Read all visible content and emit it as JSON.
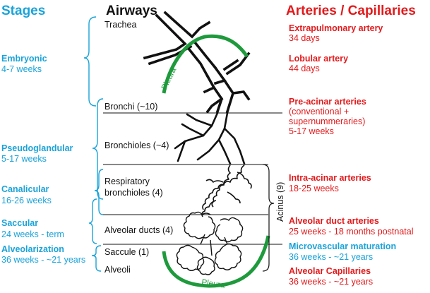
{
  "headers": {
    "stages": "Stages",
    "airways": "Airways",
    "arteries": "Arteries / Capillaries"
  },
  "stages": [
    {
      "name": "Embryonic",
      "time": "4-7 weeks"
    },
    {
      "name": "Pseudoglandular",
      "time": "5-17 weeks"
    },
    {
      "name": "Canalicular",
      "time": "16-26 weeks"
    },
    {
      "name": "Saccular",
      "time": "24 weeks - term"
    },
    {
      "name": "Alveolarization",
      "time": "36 weeks - ~21 years"
    }
  ],
  "airways": [
    {
      "label": "Trachea"
    },
    {
      "label": "Bronchi (~10)"
    },
    {
      "label": "Bronchioles (~4)"
    },
    {
      "label": "Respiratory",
      "label2": "bronchioles (4)"
    },
    {
      "label": "Alveolar ducts (4)"
    },
    {
      "label": "Saccule (1)"
    },
    {
      "label": "Alveoli"
    }
  ],
  "arteries": [
    {
      "name": "Extrapulmonary artery",
      "lines": [
        "34 days"
      ]
    },
    {
      "name": "Lobular artery",
      "lines": [
        "44 days"
      ]
    },
    {
      "name": "Pre-acinar arteries",
      "lines": [
        "(conventional +",
        "supernummeraries)",
        "5-17 weeks"
      ]
    },
    {
      "name": "Intra-acinar arteries",
      "lines": [
        "18-25 weeks"
      ]
    },
    {
      "name": "Alveolar duct arteries",
      "lines": [
        "25 weeks - 18 months postnatal"
      ]
    },
    {
      "name": "Microvascular maturation",
      "lines": [
        "36 weeks - ~21 years"
      ]
    },
    {
      "name": "Alveolar Capillaries",
      "lines": [
        "36 weeks - ~21 years"
      ]
    }
  ],
  "pleura_top": "Pleura",
  "pleura_bottom": "Pleura",
  "acinus": "Acinus (9)",
  "colors": {
    "stages": "#1aa3d9",
    "arteries": "#e3191b",
    "pleura": "#1e9a3c",
    "airways": "#111111"
  }
}
